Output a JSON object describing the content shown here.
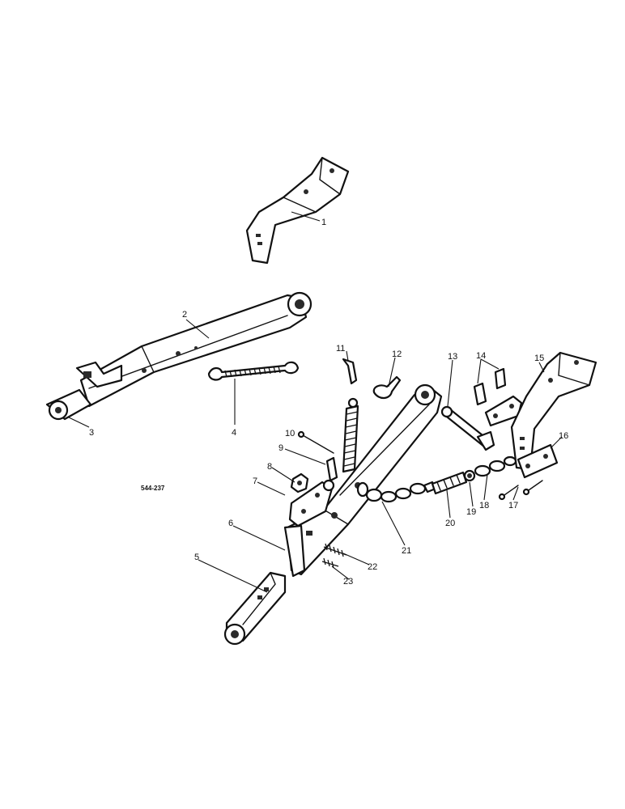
{
  "drawing_ref": "544-237",
  "callouts": [
    "1",
    "2",
    "3",
    "4",
    "5",
    "6",
    "7",
    "8",
    "9",
    "10",
    "11",
    "12",
    "13",
    "14",
    "15",
    "16",
    "17",
    "18",
    "19",
    "20",
    "21",
    "22",
    "23"
  ],
  "colors": {
    "ink": "#111111",
    "paper": "#ffffff"
  }
}
